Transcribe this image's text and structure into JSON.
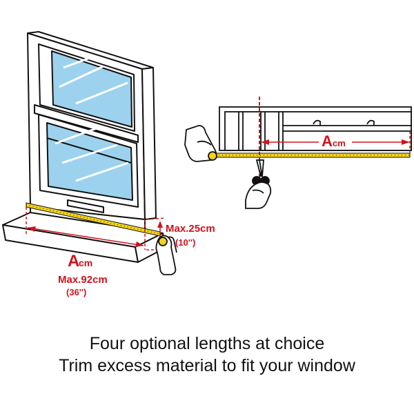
{
  "labels": {
    "width_letter": "A",
    "width_unit": "cm",
    "width_max_cm": "Max.92cm",
    "width_max_in": "(36'')",
    "height_max_cm": "Max.25cm",
    "height_max_in": "(10'')",
    "detail_letter": "A",
    "detail_unit": "cm"
  },
  "caption": {
    "line1": "Four optional lengths at choice",
    "line2": "Trim excess material to fit your window"
  },
  "colors": {
    "accent_red": "#d0121b",
    "tape_yellow": "#f3d21c",
    "glass_blue": "#9cd2ee",
    "outline": "#111111"
  },
  "icons": [
    "hand-holding-tape-icon",
    "hand-with-scissors-icon",
    "hand-holding-tape-end-icon"
  ]
}
